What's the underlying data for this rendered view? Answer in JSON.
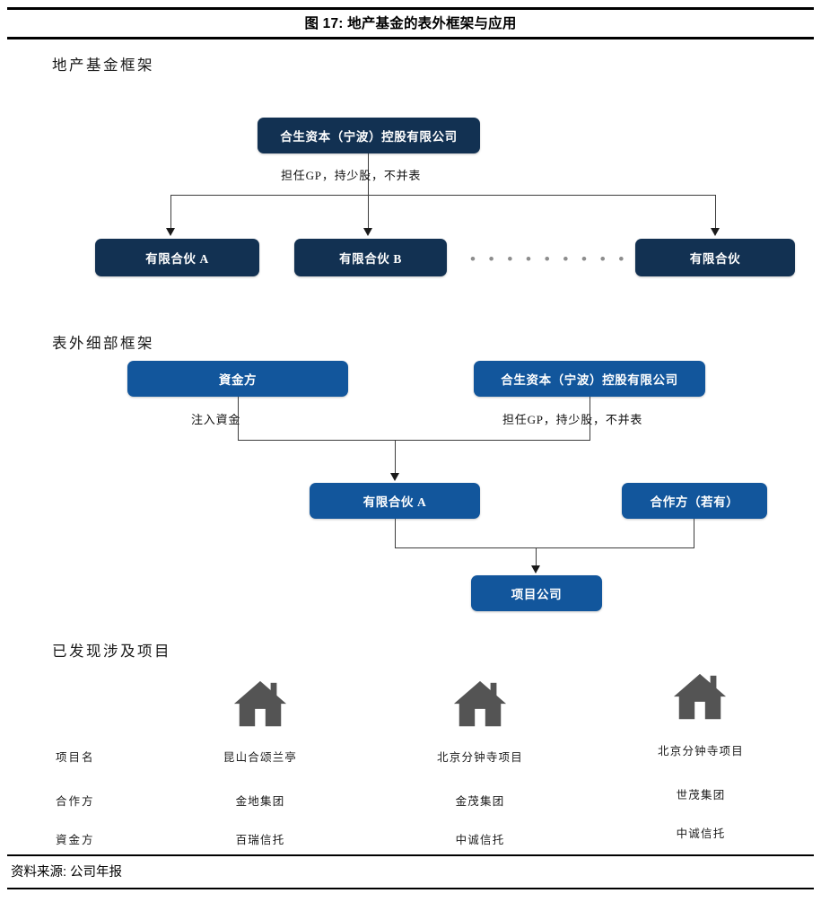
{
  "figure": {
    "title": "图 17: 地产基金的表外框架与应用",
    "source_note": "资料来源: 公司年报"
  },
  "colors": {
    "navy": "#123152",
    "blue": "#12569C",
    "house": "#545454",
    "connector": "#3d3d3d"
  },
  "section1": {
    "label": "地产基金框架",
    "parent": {
      "text": "合生资本（宁波）控股有限公司"
    },
    "edge_label": "担任GP，持少股，不并表",
    "children": [
      {
        "text": "有限合伙 A"
      },
      {
        "text": "有限合伙 B"
      },
      {
        "text": "有限合伙"
      }
    ],
    "ellipsis": "• • • • • • • • • • • • • •"
  },
  "section2": {
    "label": "表外细部框架",
    "top_boxes": [
      {
        "text": "資金方",
        "edge_label": "注入資金"
      },
      {
        "text": "合生资本（宁波）控股有限公司",
        "edge_label": "担任GP，持少股，不并表"
      }
    ],
    "mid_boxes": [
      {
        "text": "有限合伙 A"
      },
      {
        "text": "合作方（若有）"
      }
    ],
    "bottom_box": {
      "text": "项目公司"
    }
  },
  "section3": {
    "label": "已发现涉及项目",
    "icon": "house-icon",
    "row_headers": [
      "项目名",
      "合作方",
      "資金方"
    ],
    "columns": [
      {
        "project_name": "昆山合颂兰亭",
        "partner": "金地集团",
        "funder": "百瑞信托"
      },
      {
        "project_name": "北京分钟寺项目",
        "partner": "金茂集团",
        "funder": "中诚信托"
      },
      {
        "project_name": "北京分钟寺项目",
        "partner": "世茂集团",
        "funder": "中诚信托"
      }
    ]
  }
}
